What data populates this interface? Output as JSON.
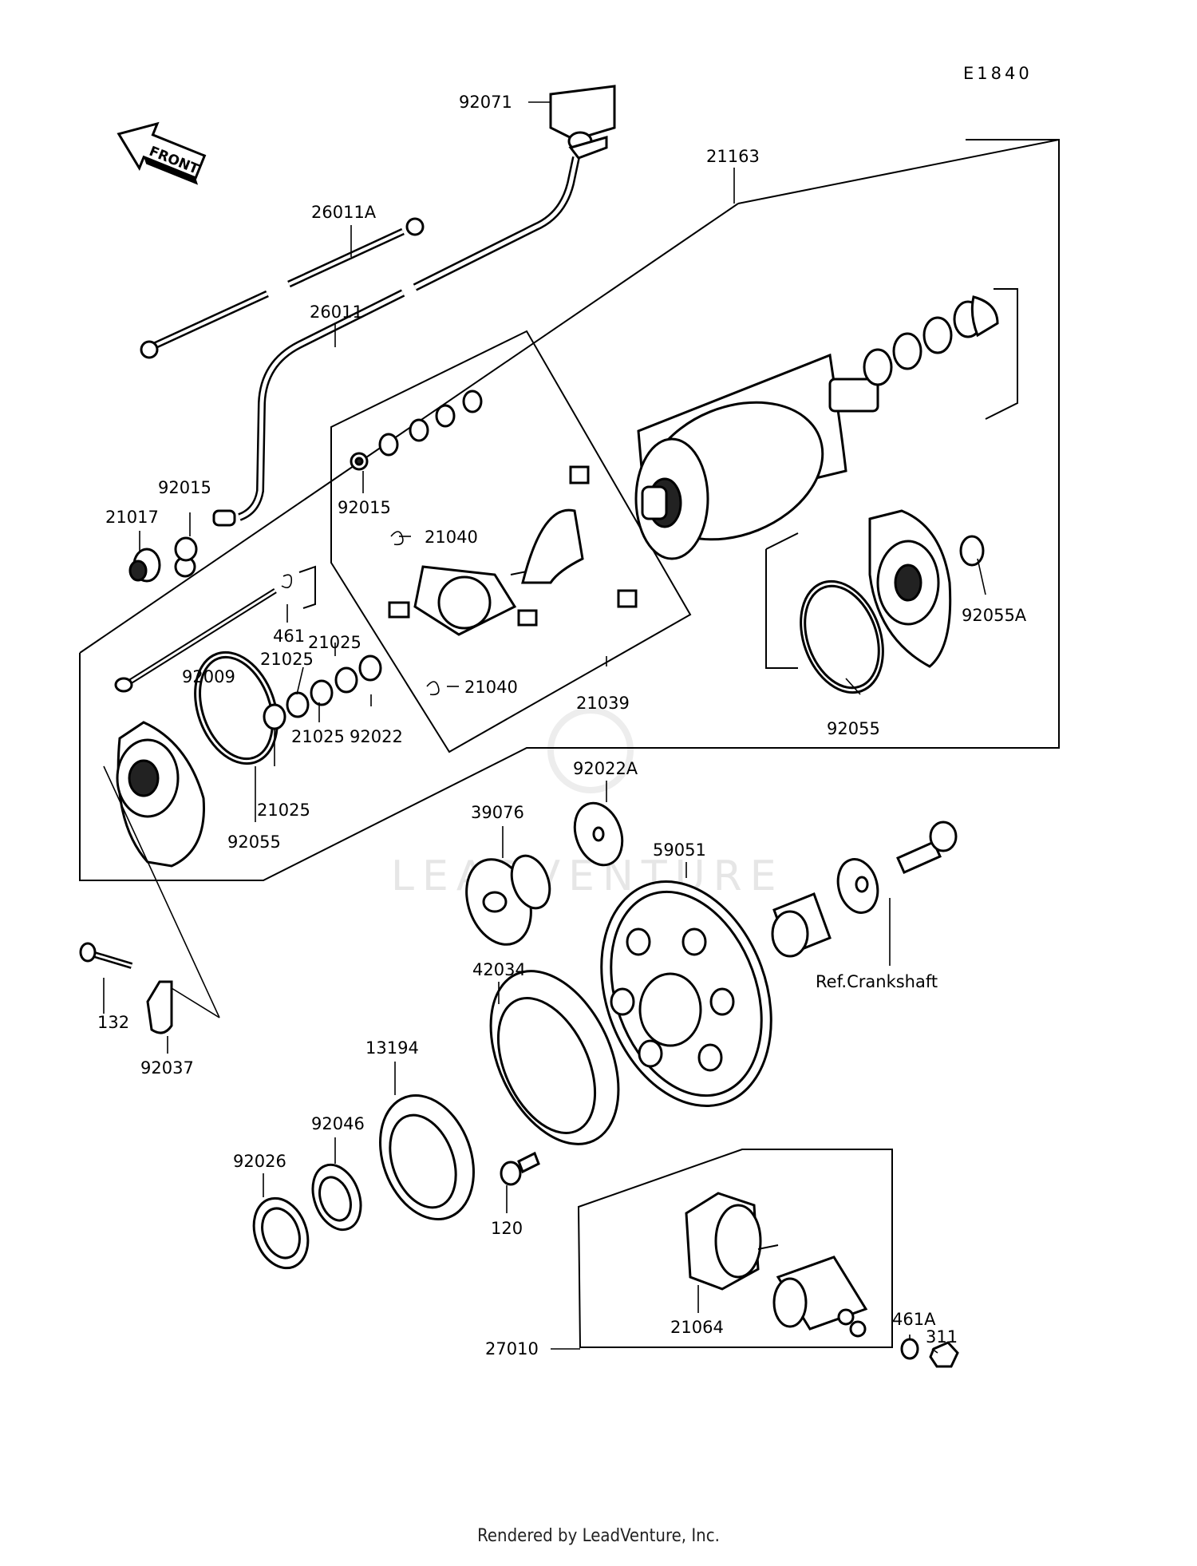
{
  "diagram_code": "E1840",
  "front_arrow_label": "FRONT",
  "watermark": "LEADVENTURE",
  "footer": "Rendered by LeadVenture, Inc.",
  "labels": {
    "p92071": "92071",
    "p21163": "21163",
    "p26011A": "26011A",
    "p26011": "26011",
    "p92015a": "92015",
    "p21017": "21017",
    "p92015b": "92015",
    "p21040a": "21040",
    "p21040b": "21040",
    "p461": "461",
    "p21025a": "21025",
    "p21025b": "21025",
    "p21025c": "21025",
    "p21025d": "21025",
    "p92009": "92009",
    "p92022": "92022",
    "p21039": "21039",
    "p92055a": "92055",
    "p92055b": "92055",
    "p92055A": "92055A",
    "p92022A": "92022A",
    "p39076": "39076",
    "p59051": "59051",
    "p42034": "42034",
    "pRef": "Ref.Crankshaft",
    "p132": "132",
    "p92037": "92037",
    "p13194": "13194",
    "p92046": "92046",
    "p92026": "92026",
    "p120": "120",
    "p21064": "21064",
    "p27010": "27010",
    "p461A": "461A",
    "p311": "311"
  }
}
